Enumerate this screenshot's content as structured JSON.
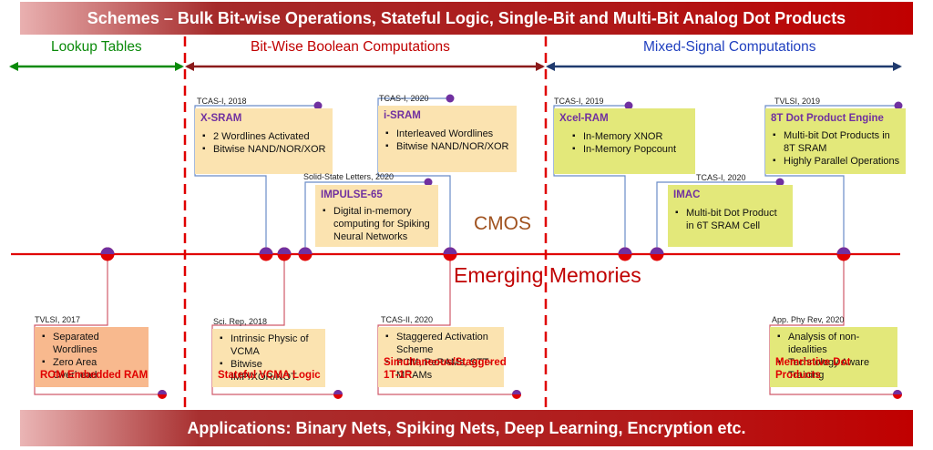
{
  "header": {
    "title": "Schemes – Bulk Bit-wise Operations, Stateful Logic, Single-Bit and Multi-Bit Analog Dot Products"
  },
  "footer": {
    "title": "Applications: Binary Nets, Spiking Nets, Deep Learning, Encryption etc."
  },
  "regions": {
    "lookup": "Lookup Tables",
    "boolean": "Bit-Wise Boolean Computations",
    "mixed": "Mixed-Signal Computations"
  },
  "axis": {
    "cmos": "CMOS",
    "emerging": "Emerging Memories"
  },
  "colors": {
    "timeline": "#e00000",
    "dot": "#7030a0",
    "lookup_arrow": "#0a8a0a",
    "boolean_arrow": "#8b1a1a",
    "mixed_arrow": "#1f3a6e",
    "boolean_text": "#c00000",
    "mixed_text": "#1f3fbf",
    "cmos_text": "#a0521f",
    "emerging_text": "#c00000"
  },
  "cards": {
    "xsram": {
      "tag": "TCAS-I, 2018",
      "title": "X-SRAM",
      "bullets": [
        "2 Wordlines Activated",
        "Bitwise NAND/NOR/XOR"
      ]
    },
    "isram": {
      "tag": "TCAS-I, 2020",
      "title": "i-SRAM",
      "bullets": [
        "Interleaved Wordlines",
        "Bitwise NAND/NOR/XOR"
      ]
    },
    "impulse": {
      "tag": "Solid-State Letters, 2020",
      "title": "IMPULSE-65",
      "bullets": [
        "Digital in-memory computing for Spiking Neural Networks"
      ]
    },
    "xcel": {
      "tag": "TCAS-I, 2019",
      "title": "Xcel-RAM",
      "bullets": [
        "In-Memory XNOR",
        "In-Memory Popcount"
      ]
    },
    "imac": {
      "tag": "TCAS-I, 2020",
      "title": "IMAC",
      "bullets": [
        "Multi-bit Dot Product in 6T SRAM Cell"
      ]
    },
    "dot8t": {
      "tag": "TVLSI, 2019",
      "title": "8T Dot Product Engine",
      "bullets": [
        "Multi-bit Dot Products in 8T SRAM",
        "Highly Parallel Operations"
      ]
    },
    "rom": {
      "tag": "TVLSI, 2017",
      "footer": "ROM Embedded RAM",
      "bullets": [
        "Separated Wordlines",
        "Zero Area Overhead"
      ]
    },
    "vcma": {
      "tag": "Sci. Rep, 2018",
      "footer": "Stateful VCMA Logic",
      "bullets": [
        "Intrinsic Physic of VCMA",
        "Bitwise IMP/XOR/NOT"
      ]
    },
    "staggered": {
      "tag": "TCAS-II, 2020",
      "footer": "Simultaneous/Staggered 1T-1R",
      "bullets": [
        "Staggered Activation Scheme",
        "PCM, ReRAMs, STT-MRAMs"
      ]
    },
    "memristive": {
      "tag": "App. Phy Rev, 2020",
      "footer": "Memristive Dot Products",
      "bullets": [
        "Analysis of non-idealities",
        "Technology Aware Training"
      ]
    }
  }
}
